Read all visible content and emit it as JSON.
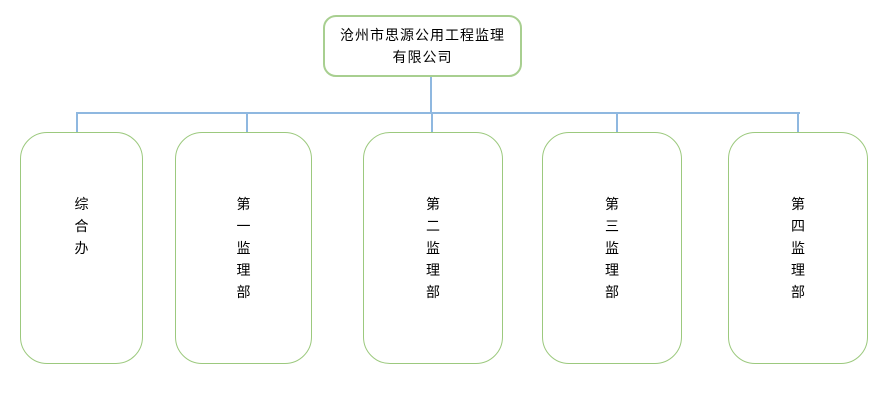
{
  "colors": {
    "border_green": "#9CC97E",
    "border_green_light": "#A8CF90",
    "connector_blue": "#8FB8E0",
    "text_color": "#000000",
    "canvas_bg": "#FFFFFF"
  },
  "chart": {
    "type": "org-chart",
    "root": {
      "label": "沧州市思源公用工程监理有限公司",
      "line1": "沧州市思源公用工程监理",
      "line2": "有限公司"
    },
    "departments": [
      {
        "label": "综合办"
      },
      {
        "label": "第一监理部"
      },
      {
        "label": "第二监理部"
      },
      {
        "label": "第三监理部"
      },
      {
        "label": "第四监理部"
      }
    ]
  }
}
